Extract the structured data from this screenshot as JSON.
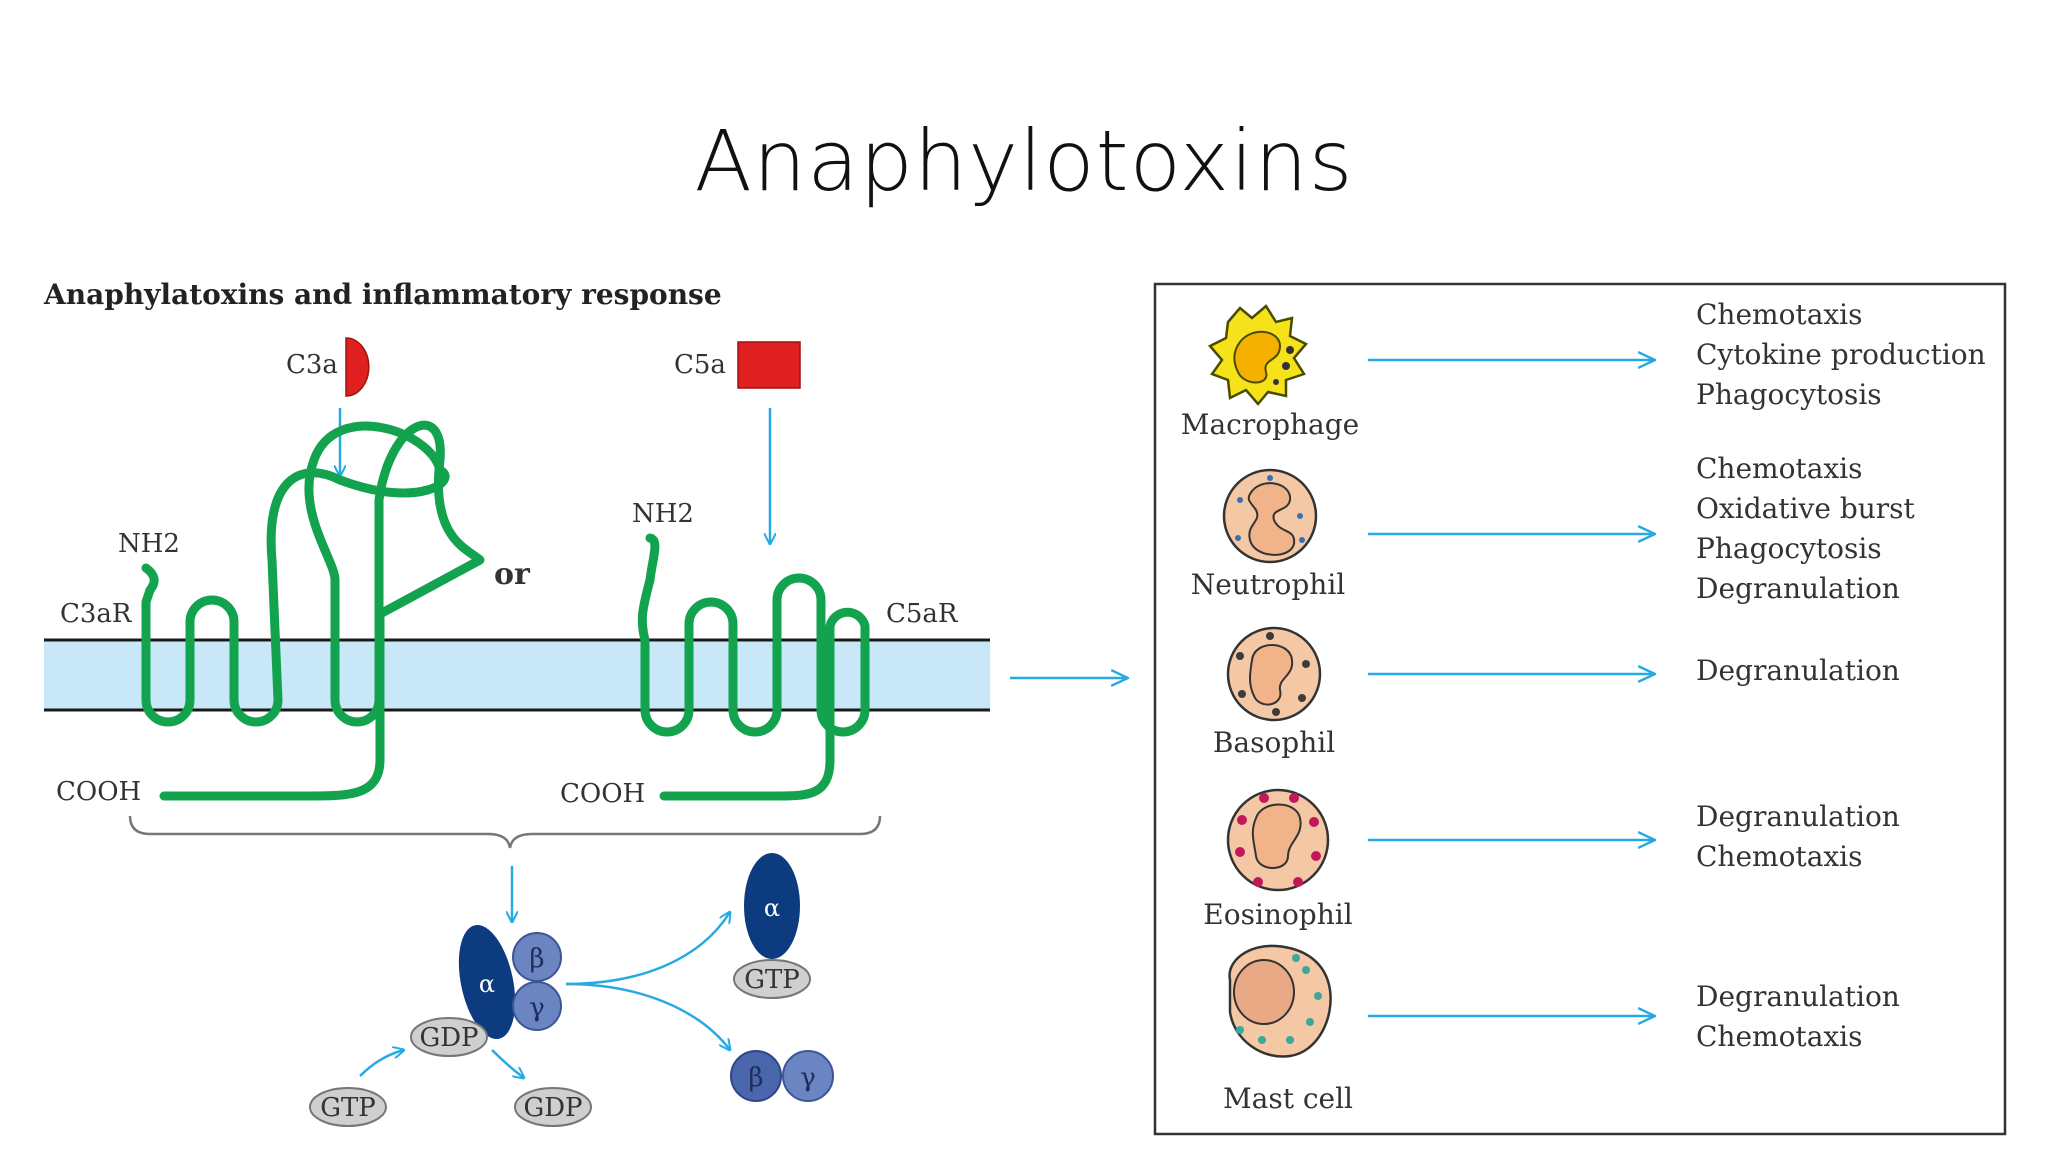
{
  "slide": {
    "title": "Anaphylotoxins"
  },
  "left_panel": {
    "heading": "Anaphylatoxins and inflammatory response",
    "ligand_c3a": "C3a",
    "ligand_c5a": "C5a",
    "receptor_c3ar": "C3aR",
    "receptor_c5ar": "C5aR",
    "nh2_left": "NH2",
    "nh2_right": "NH2",
    "cooh_left": "COOH",
    "cooh_right": "COOH",
    "or_label": "or",
    "g_protein": {
      "alpha": "α",
      "beta": "β",
      "gamma": "γ",
      "gdp_bound": "GDP",
      "gtp_in": "GTP",
      "gdp_out": "GDP",
      "alpha_active": "α",
      "gtp_active": "GTP",
      "beta_free": "β",
      "gamma_free": "γ"
    }
  },
  "right_panel": {
    "cells": [
      {
        "name": "Macrophage",
        "effects": [
          "Chemotaxis",
          "Cytokine production",
          "Phagocytosis"
        ]
      },
      {
        "name": "Neutrophil",
        "effects": [
          "Chemotaxis",
          "Oxidative burst",
          "Phagocytosis",
          "Degranulation"
        ]
      },
      {
        "name": "Basophil",
        "effects": [
          "Degranulation"
        ]
      },
      {
        "name": "Eosinophil",
        "effects": [
          "Degranulation",
          "Chemotaxis"
        ]
      },
      {
        "name": "Mast cell",
        "effects": [
          "Degranulation",
          "Chemotaxis"
        ]
      }
    ]
  },
  "colors": {
    "membrane": "#c9e8f7",
    "receptor": "#13a24e",
    "ligand": "#e02020",
    "arrow": "#27a9e1",
    "alpha_subunit": "#0d3b80",
    "beta_gamma_subunit": "#6a85c2",
    "nucleotide": "#cfcfcf",
    "macrophage": "#f5e21a",
    "granulocyte": "#f4c8a5",
    "eosinophil_granule": "#c2185b",
    "mast_granule": "#3aa89a"
  }
}
